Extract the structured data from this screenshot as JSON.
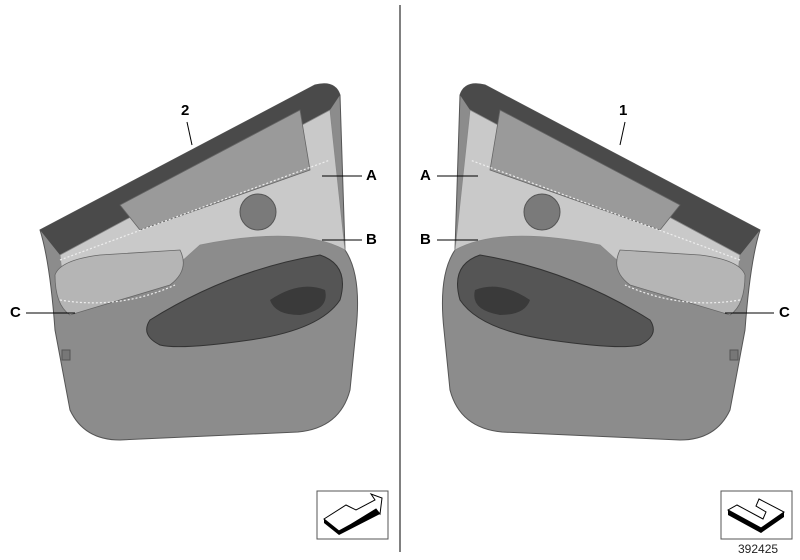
{
  "callouts": {
    "left_part": "2",
    "right_part": "1",
    "left_a": "A",
    "left_b": "B",
    "left_c": "C",
    "right_a": "A",
    "right_b": "B",
    "right_c": "C"
  },
  "reference_number": "392425",
  "icons": {
    "left": "direction-arrow-left-side-icon",
    "right": "direction-arrow-right-side-icon"
  },
  "colors": {
    "trim_dark": "#4a4a4a",
    "insert_light": "#c9c9c9",
    "panel_mid": "#8c8c8c",
    "pocket": "#555555"
  }
}
